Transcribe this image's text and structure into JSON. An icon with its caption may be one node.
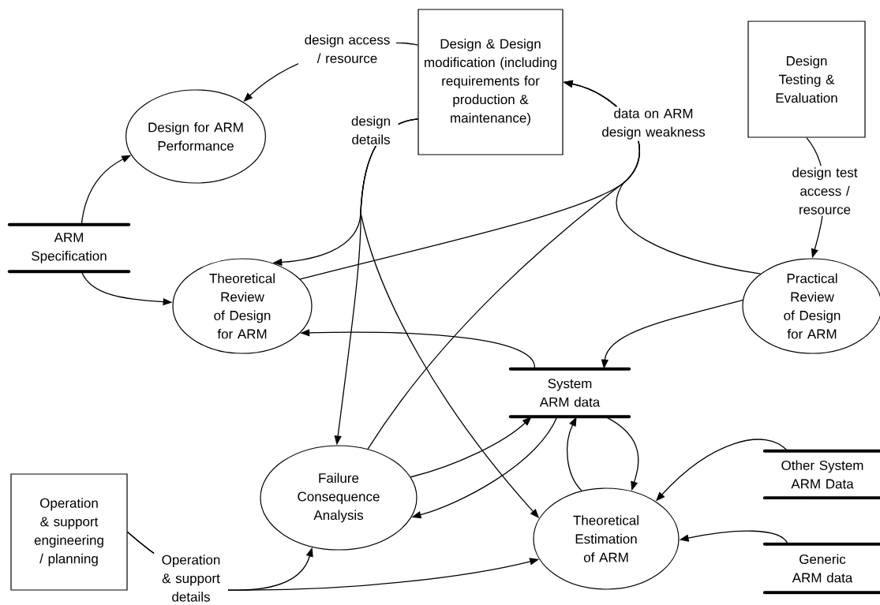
{
  "diagram": {
    "nodes": [
      {
        "text": [
          "Design & Design modification (including requirements for production & maintenance)"
        ]
      },
      {
        "text": [
          "Design Testing & Evaluation"
        ]
      },
      {
        "text": [
          "Design for ARM Performance"
        ]
      },
      {
        "text": [
          "ARM Specification"
        ]
      },
      {
        "text": [
          "Theoretical Review of Design for ARM"
        ]
      },
      {
        "text": [
          "Practical Review of Design for ARM"
        ]
      },
      {
        "text": [
          "System ARM data"
        ]
      },
      {
        "text": [
          "Failure Consequence Analysis"
        ]
      },
      {
        "text": [
          "Operation & support engineering / planning"
        ]
      },
      {
        "text": [
          "Theoretical Estimation of ARM"
        ]
      },
      {
        "text": [
          "Other System ARM Data"
        ]
      },
      {
        "text": [
          "Generic ARM data"
        ]
      }
    ],
    "edges": [
      {
        "from": 0,
        "to": 2,
        "arrow": "to",
        "label": "design access / resource"
      },
      {
        "from": 0,
        "to": 4,
        "arrow": "to",
        "label": "design details"
      },
      {
        "from": 0,
        "to": 7,
        "arrow": "to"
      },
      {
        "from": 0,
        "to": 9,
        "arrow": "to"
      },
      {
        "from": 4,
        "to": 0,
        "arrow": "to",
        "label": "data on ARM design weakness"
      },
      {
        "from": 7,
        "to": 0,
        "arrow": "to"
      },
      {
        "from": 5,
        "to": 0,
        "arrow": "to"
      },
      {
        "from": 1,
        "to": 5,
        "arrow": "to",
        "label": "design test access / resource"
      },
      {
        "from": 3,
        "to": 2,
        "arrow": "to"
      },
      {
        "from": 3,
        "to": 4,
        "arrow": "to"
      },
      {
        "from": 6,
        "to": 4,
        "arrow": "to"
      },
      {
        "from": 5,
        "to": 6,
        "arrow": "to"
      },
      {
        "from": 7,
        "to": 6,
        "arrow": "to"
      },
      {
        "from": 6,
        "to": 7,
        "arrow": "to"
      },
      {
        "from": 9,
        "to": 6,
        "arrow": "to"
      },
      {
        "from": 6,
        "to": 9,
        "arrow": "to"
      },
      {
        "from": 10,
        "to": 9,
        "arrow": "to"
      },
      {
        "from": 11,
        "to": 9,
        "arrow": "to"
      },
      {
        "from": 8,
        "to": 7,
        "arrow": "to",
        "label": "Operation & support details"
      },
      {
        "from": 8,
        "to": 9,
        "arrow": "to"
      }
    ]
  }
}
